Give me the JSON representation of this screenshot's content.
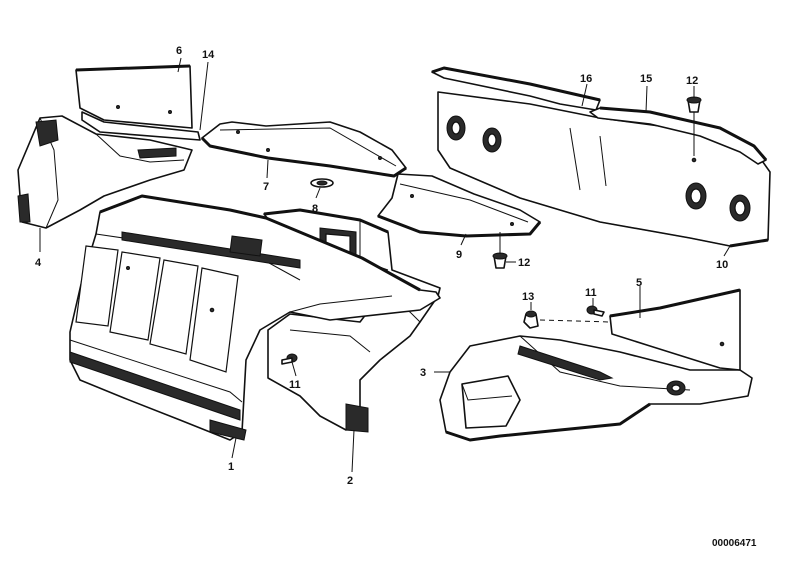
{
  "callouts": {
    "c1": "1",
    "c2": "2",
    "c3": "3",
    "c4": "4",
    "c5": "5",
    "c6": "6",
    "c7": "7",
    "c8": "8",
    "c9": "9",
    "c10": "10",
    "c11a": "11",
    "c11b": "11",
    "c12a": "12",
    "c12b": "12",
    "c13": "13",
    "c14": "14",
    "c15": "15",
    "c16": "16"
  },
  "reference_number": "00006471",
  "colors": {
    "ink": "#111111",
    "paper": "#ffffff"
  }
}
